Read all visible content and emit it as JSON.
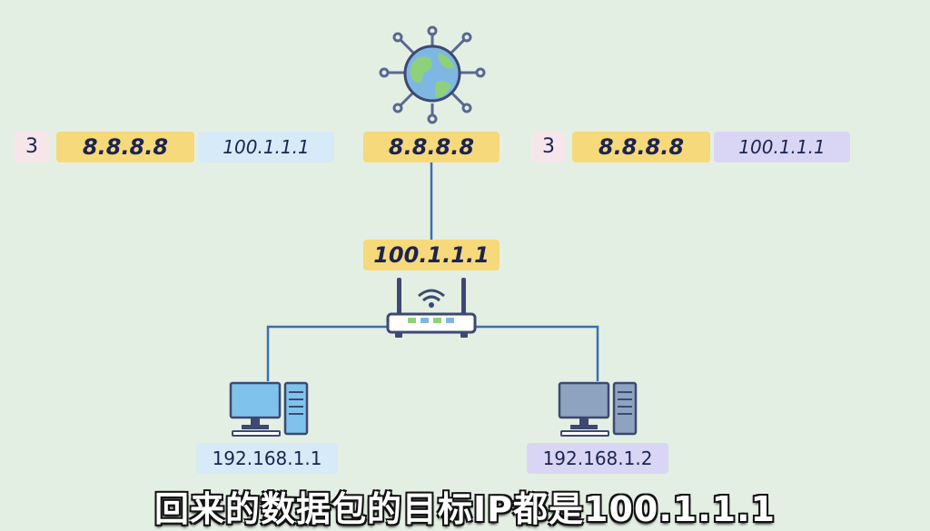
{
  "internet": {
    "icon": "globe-network-icon"
  },
  "packets": {
    "left": {
      "ttl": "3",
      "dst": "8.8.8.8",
      "src": "100.1.1.1"
    },
    "center": {
      "addr": "8.8.8.8"
    },
    "right": {
      "ttl": "3",
      "dst": "8.8.8.8",
      "src": "100.1.1.1"
    }
  },
  "router": {
    "public_ip": "100.1.1.1",
    "icon": "wifi-router-icon"
  },
  "hosts": [
    {
      "ip": "192.168.1.1",
      "icon": "desktop-computer-icon",
      "label_color": "#d6eaf8"
    },
    {
      "ip": "192.168.1.2",
      "icon": "desktop-computer-icon",
      "label_color": "#d9d6f5"
    }
  ],
  "caption": "回来的数据包的目标IP都是100.1.1.1",
  "colors": {
    "background": "#e4efe4",
    "line": "#3a6fb0",
    "yellow": "#f6d97a",
    "blue": "#d6eaf8",
    "purple": "#d9d6f5",
    "pink": "#f6e6ea"
  }
}
